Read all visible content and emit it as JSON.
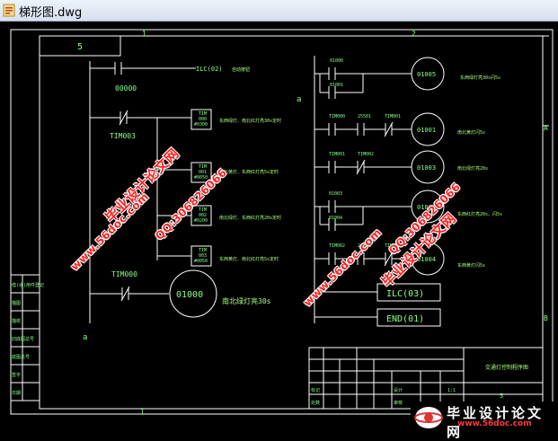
{
  "window": {
    "title": "梯形图.dwg"
  },
  "frame": {
    "zone_top_1": "1",
    "zone_top_2": "2",
    "zone_right_a": "A",
    "zone_right_b": "B",
    "zone_bottom": "1",
    "sheet_box": "5"
  },
  "left_rungs": {
    "c1_label": "00000",
    "c1_coil": "ILC(02)",
    "c1_note": "自动按钮",
    "c2_label": "TIM003",
    "t1_id": "TIM",
    "t1_no": "000",
    "t1_val": "#0300",
    "t1_note": "东西绿灯、南北红灯亮30s定时",
    "t2_id": "TIM",
    "t2_no": "001",
    "t2_val": "#0050",
    "t2_note": "南北黄灯、东西红灯亮5s定时",
    "t3_id": "TIM",
    "t3_no": "002",
    "t3_val": "#0200",
    "t3_note": "南北绿灯、东西红灯亮20s定时",
    "t4_id": "TIM",
    "t4_no": "003",
    "t4_val": "#0050",
    "t4_note": "东西黄灯、南北红灯亮5s定时",
    "c3_label": "TIM000",
    "coil_01000": "01000",
    "coil_01000_note": "南北绿灯亮30s",
    "marker_a": "a"
  },
  "right_rungs": {
    "marker_a": "a",
    "r1_c1": "01000",
    "r1_c2": "01001",
    "r1_coil": "01005",
    "r1_note": "东西绿灯亮30s闪5s",
    "r2_c1": "TIM000",
    "r2_c2": "25501",
    "r2_c3": "TIM001",
    "r2_coil": "01001",
    "r2_note": "南北黄灯闪5s",
    "r3_c1": "TIM001",
    "r3_c2": "TIM002",
    "r3_coil": "01003",
    "r3_note": "南北绿灯亮20s",
    "r4_c1": "01003",
    "r4_c2": "01004",
    "r4_coil": "01002",
    "r4_note": "东西红灯亮20s、闪5s",
    "r5_c1": "TIM002",
    "r5_c2": "25501",
    "r5_c3": "TIM003",
    "r5_coil": "01004",
    "r5_note": "东西黄灯闪5s",
    "ilc": "ILC(03)",
    "end": "END(01)"
  },
  "side_block": {
    "r1": "借(通)用件登记",
    "r2": "描图",
    "r3": "描校",
    "r4": "旧底图总号",
    "r5": "底图总号",
    "r6": "签字",
    "r7": "日期"
  },
  "title_block": {
    "drawing_title": "交通灯控制程序图",
    "sheet": "5",
    "scale_a": "1:1",
    "cell_a": "标记",
    "cell_b": "处数",
    "cell_c": "设计",
    "cell_d": "审核"
  },
  "watermarks": {
    "brand": "毕业设计论文网",
    "url": "www.56doc.com",
    "qq": "QQ:306826066"
  },
  "logo": {
    "text": "毕业设计论文网",
    "url": "www.56doc.com"
  },
  "colors": {
    "line": "#ffffff",
    "text_green": "#8aff8a",
    "note_green": "#a8ff7a",
    "watermark_red": "#ff2020"
  }
}
